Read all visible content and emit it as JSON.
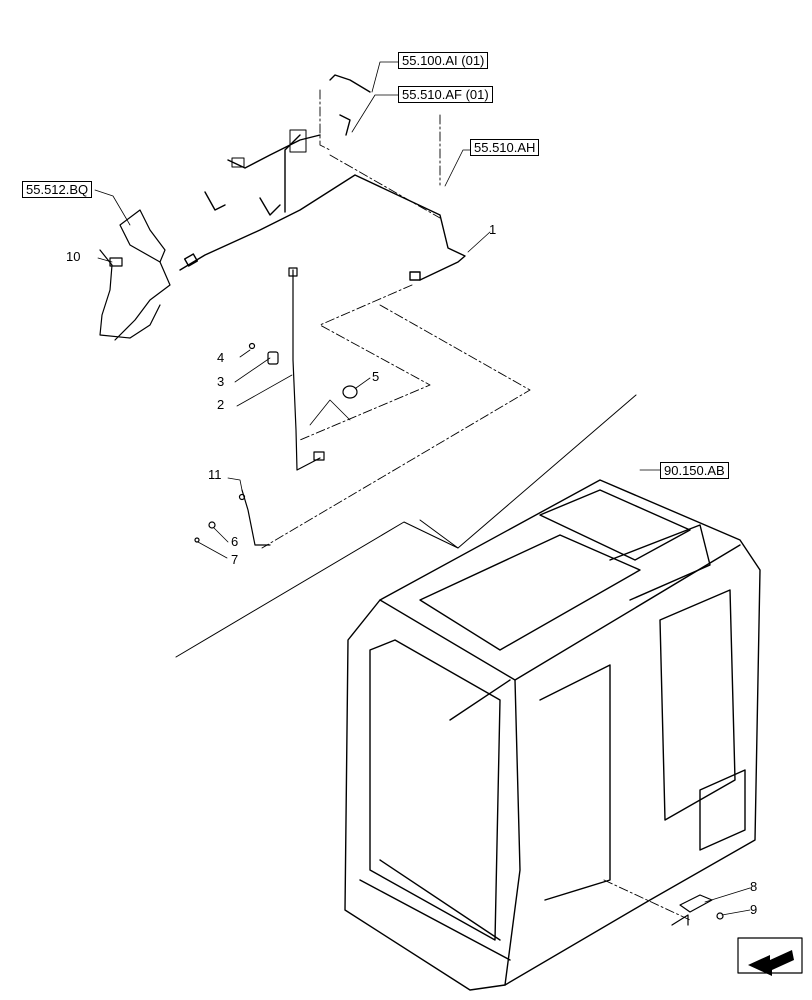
{
  "references": [
    {
      "id": "ref-55-100-ai",
      "label": "55.100.AI (01)"
    },
    {
      "id": "ref-55-510-af",
      "label": "55.510.AF (01)"
    },
    {
      "id": "ref-55-510-ah",
      "label": "55.510.AH"
    },
    {
      "id": "ref-55-512-bq",
      "label": "55.512.BQ"
    },
    {
      "id": "ref-90-150-ab",
      "label": "90.150.AB"
    }
  ],
  "callouts": [
    "1",
    "2",
    "3",
    "4",
    "5",
    "6",
    "7",
    "8",
    "9",
    "10",
    "11"
  ],
  "navigation_icon": "arrow-nav-icon"
}
